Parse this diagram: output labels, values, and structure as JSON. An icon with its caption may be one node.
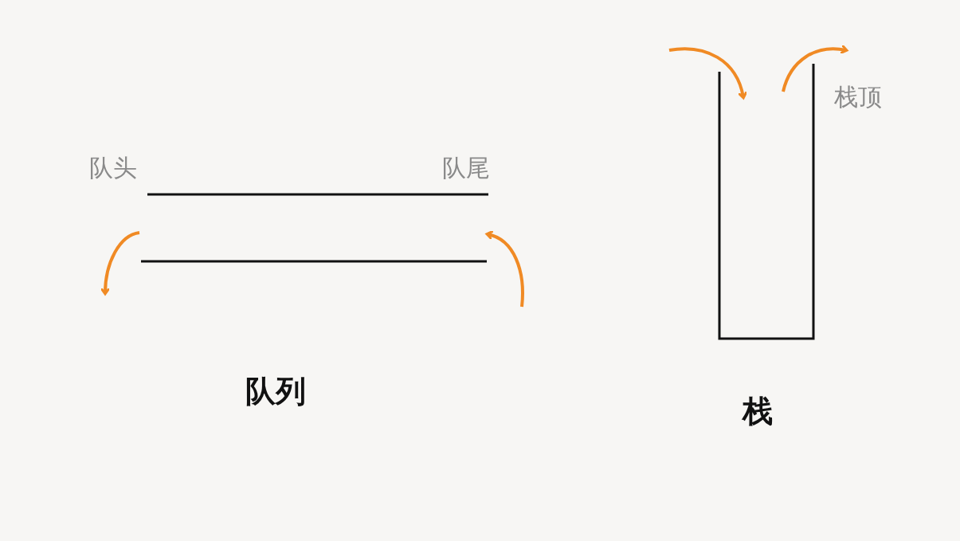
{
  "diagram": {
    "labels": [
      "队头",
      "队尾",
      "栈顶",
      "队列",
      "栈"
    ]
  }
}
